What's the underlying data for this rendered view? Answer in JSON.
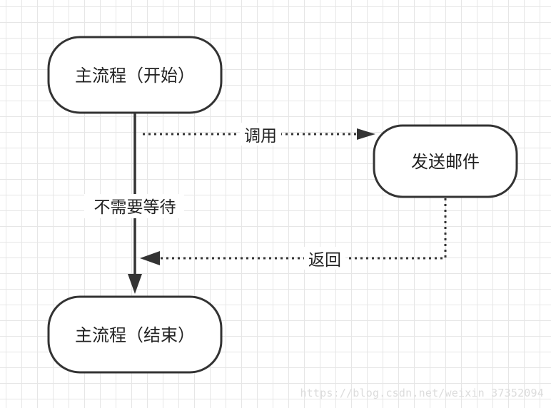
{
  "nodes": {
    "main_start": "主流程（开始）",
    "send_mail": "发送邮件",
    "main_end": "主流程（结束）"
  },
  "edges": {
    "call": "调用",
    "no_wait": "不需要等待",
    "return": "返回"
  },
  "watermark": "https://blog.csdn.net/weixin_37352094",
  "colors": {
    "stroke": "#333333",
    "node_fill": "#ffffff",
    "grid": "#e6e6e6",
    "text": "#222222"
  }
}
